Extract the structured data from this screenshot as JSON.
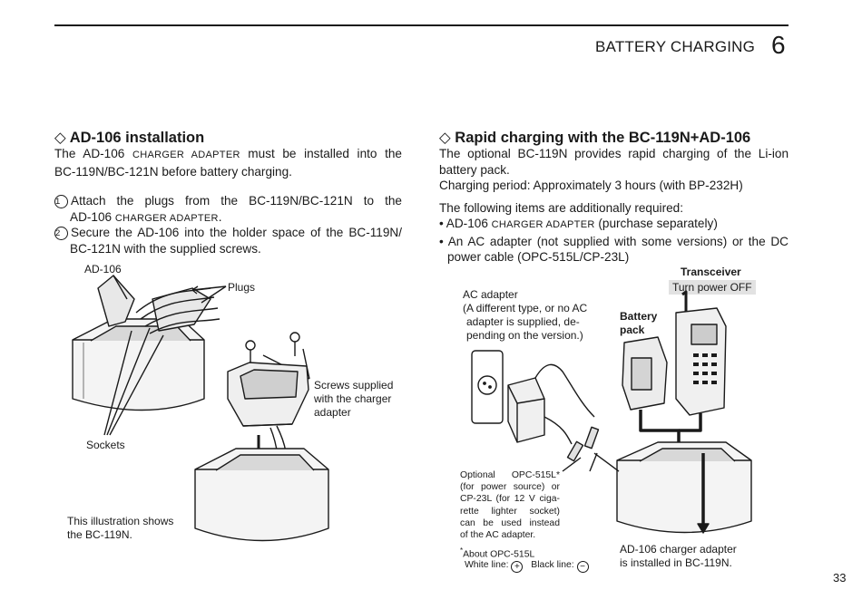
{
  "header": {
    "title": "BATTERY CHARGING",
    "chapter": "6"
  },
  "left": {
    "title": "AD-106 installation",
    "intro": [
      "The AD-106 ",
      "CHARGER ADAPTER",
      " must be installed into the",
      "BC-119N/BC-121N before battery charging."
    ],
    "step1": [
      "Attach the plugs from the BC-119N/BC-121N to the",
      "AD-106 ",
      "CHARGER ADAPTER",
      "."
    ],
    "step2": [
      "Secure the AD-106 into the holder space of the BC-119N/",
      "BC-121N with the supplied screws."
    ],
    "labels": {
      "ad106": "AD-106",
      "plugs": "Plugs",
      "screws": [
        "Screws supplied",
        "with the charger",
        "adapter"
      ],
      "sockets": "Sockets",
      "caption": [
        "This illustration shows",
        "the BC-119N."
      ]
    }
  },
  "right": {
    "title": "Rapid charging with the BC-119N+AD-106",
    "p1": [
      "The optional BC-119N provides rapid charging of the Li-ion",
      "battery pack."
    ],
    "p2": "Charging period: Approximately 3 hours (with BP-232H)",
    "p3": "The following items are additionally required:",
    "bullet1": [
      "AD-106 ",
      "CHARGER ADAPTER",
      " (purchase separately)"
    ],
    "bullet2": [
      "An AC adapter (not supplied with some versions) or the DC",
      "power cable (OPC-515L/CP-23L)"
    ],
    "labels": {
      "transceiver": "Transceiver",
      "turn_off": "Turn power OFF",
      "ac_adapter": [
        "AC adapter",
        "(A different type, or no AC",
        "adapter is supplied, de-",
        "pending on the version.)"
      ],
      "battery": [
        "Battery",
        "pack"
      ],
      "optional": [
        "Optional OPC-515L*",
        "(for power source) or",
        "CP-23L (for 12 V ciga-",
        "rette lighter socket)",
        "can be used instead",
        "of the AC adapter."
      ],
      "about": "About OPC-515L",
      "white_line": "White line:",
      "black_line": "Black line:",
      "installed": [
        "AD-106 charger adapter",
        "is installed in BC-119N."
      ]
    }
  },
  "page_number": "33"
}
